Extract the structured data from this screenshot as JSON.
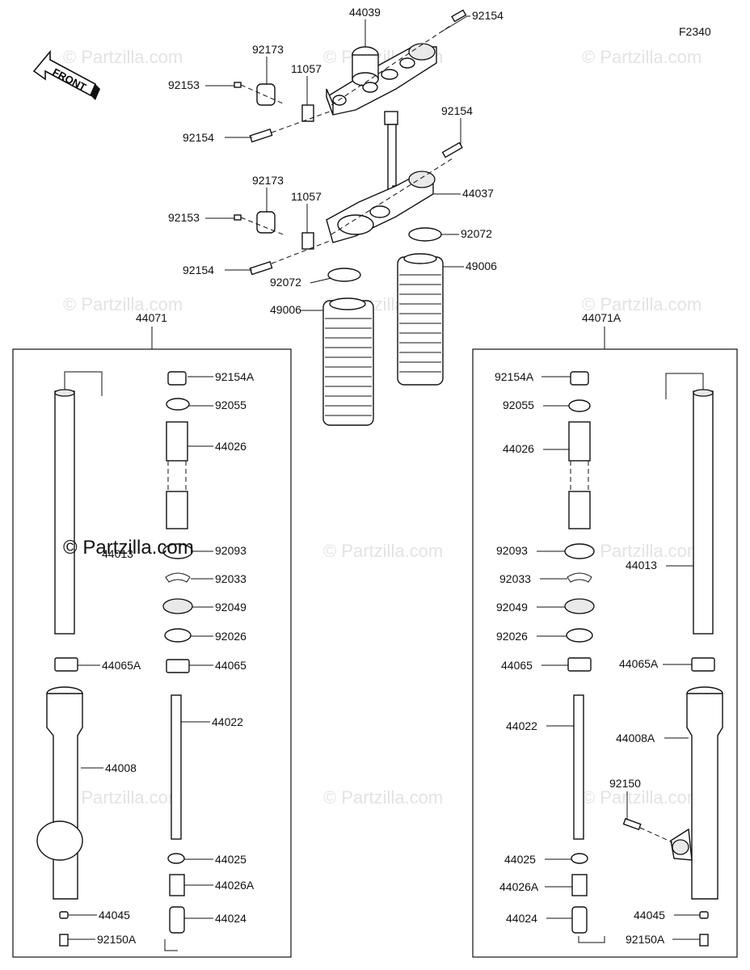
{
  "figure_code": "F2340",
  "front_label": "FRONT",
  "watermark": "© Partzilla.com",
  "brand_overlay": "© Partzilla.com",
  "groups": {
    "left": "44071",
    "right": "44071A"
  },
  "parts": {
    "p44039": "44039",
    "p92154_top": "92154",
    "p92173_upper": "92173",
    "p11057_upper": "11057",
    "p92153_upper": "92153",
    "p92154_upper_left": "92154",
    "p92154_mid": "92154",
    "p44037": "44037",
    "p92173_lower": "92173",
    "p11057_lower": "11057",
    "p92153_lower": "92153",
    "p92072_right": "92072",
    "p92154_lower_left": "92154",
    "p49006_right": "49006",
    "p92072_left": "92072",
    "p49006_left": "49006",
    "L_92154A": "92154A",
    "L_92055": "92055",
    "L_44026": "44026",
    "L_44013": "44013",
    "L_92093": "92093",
    "L_92033": "92033",
    "L_92049": "92049",
    "L_92026": "92026",
    "L_44065A": "44065A",
    "L_44065": "44065",
    "L_44022": "44022",
    "L_44008": "44008",
    "L_44025": "44025",
    "L_44026A": "44026A",
    "L_44045": "44045",
    "L_44024": "44024",
    "L_92150A": "92150A",
    "R_92154A": "92154A",
    "R_92055": "92055",
    "R_44026": "44026",
    "R_92093": "92093",
    "R_44013": "44013",
    "R_92033": "92033",
    "R_92049": "92049",
    "R_92026": "92026",
    "R_44065": "44065",
    "R_44065A": "44065A",
    "R_44022": "44022",
    "R_44008A": "44008A",
    "R_92150": "92150",
    "R_44025": "44025",
    "R_44026A": "44026A",
    "R_44045": "44045",
    "R_44024": "44024",
    "R_92150A": "92150A"
  }
}
